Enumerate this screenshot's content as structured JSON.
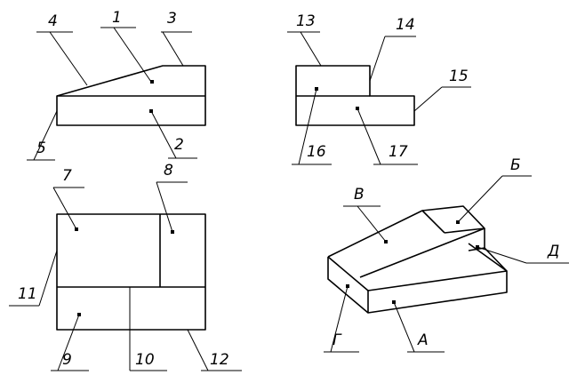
{
  "labels": {
    "n1": "1",
    "n2": "2",
    "n3": "3",
    "n4": "4",
    "n5": "5",
    "n6": "",
    "n7": "7",
    "n8": "8",
    "n9": "9",
    "n10": "10",
    "n11": "11",
    "n12": "12",
    "n13": "13",
    "n14": "14",
    "n15": "15",
    "n16": "16",
    "n17": "17",
    "a": "А",
    "b": "Б",
    "v": "В",
    "g": "Г",
    "d": "Д"
  }
}
